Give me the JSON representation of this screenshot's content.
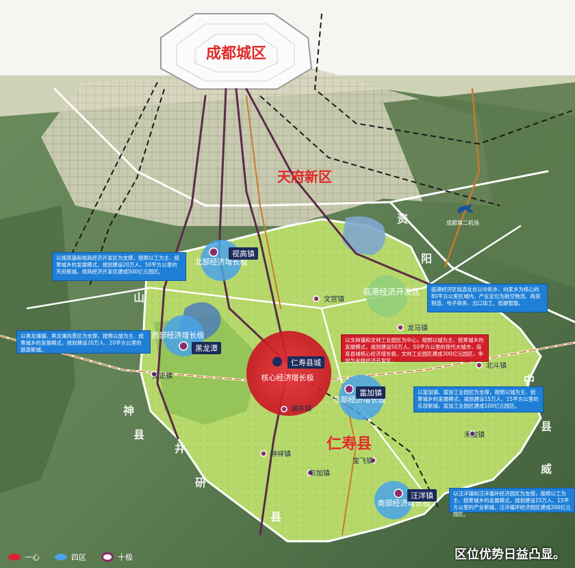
{
  "map": {
    "city": "成都城区",
    "newarea": "天府新区",
    "county": "仁寿县",
    "airport_label": "成都第二机场",
    "county_seat": "仁寿县城",
    "core": "核心经济增长极",
    "zones": {
      "north": "北部经济增长极",
      "west": "西部经济增长极",
      "east": "东部经济增长极",
      "south": "南部经济增长极",
      "lingang": "临港经济开发区"
    },
    "towns": {
      "shigao": "视高镇",
      "heilongtan": "黑龙潭",
      "fujia": "富加镇",
      "wangyang": "汪洋镇",
      "wengong": "文宫镇",
      "longma": "龙马镇",
      "manjing": "满井镇",
      "zhongxiang": "钟祥镇",
      "baofei": "宝飞镇",
      "heijia": "禾加镇",
      "xiema": "彰加镇",
      "beidou": "北斗镇",
      "longzheng": "龙正镇"
    },
    "margin_chars": {
      "shan": "山",
      "zi": "资",
      "yang": "阳",
      "jing": "井",
      "yan": "研",
      "xian_left": "县",
      "shen": "神",
      "zhong": "中",
      "xian_right": "县",
      "wei": "威",
      "xian_bottom": "县"
    }
  },
  "info_boxes": {
    "north": "以视高镇和视高经济开发区为支撑，按照以工为主、统筹城乡的发展模式，规划建设20万人、50平方公里的天府新城，视高经济开发区建成500亿元园区。",
    "west": "以黑龙滩镇、黑龙滩风景区为支撑，按照以旅为主、统筹城乡的发展模式，规划建设20万人、20平方公里的旅游新城。",
    "lingang": "临港经济区拟选址在以中和乡、向家乡为核心的80平方公里区域内，产业定位为航空物流、商贸制造、电子商务、出口加工、低碳智能。",
    "core": "以文林镇和文林工业园区为中心，按照以城为主、统筹城乡的发展模式，规划建设50万人、50平方公里的现代大城市，培育县域核心经济增长极，文林工业园区建成300亿元园区，争创为省级经济开发区。",
    "east": "以富加镇、富加工业园区为支撑，按照以城为主、统筹城乡的发展模式，规划建设15万人、15平方公里的东部新城，富加工业园区建成100亿元园区。",
    "south": "以汪洋镇和汪洋循环经济园区为支撑，按照以工为主、统筹城乡的发展模式，规划建设15万人、15平方公里的产业新城，汪洋循环经济园区建成200亿元园区。"
  },
  "legend": {
    "core": "一心",
    "zones": "四区",
    "poles": "十极"
  },
  "caption": "区位优势日益凸显。",
  "colors": {
    "core_red": "#d8232f",
    "zone_blue": "#4aa3e8",
    "zone_green": "#8fcf7a",
    "county_fill": "#b9dc6f",
    "boundary": "#ffffff",
    "rail": "#5b2a4a",
    "highway": "#c97a2e"
  }
}
